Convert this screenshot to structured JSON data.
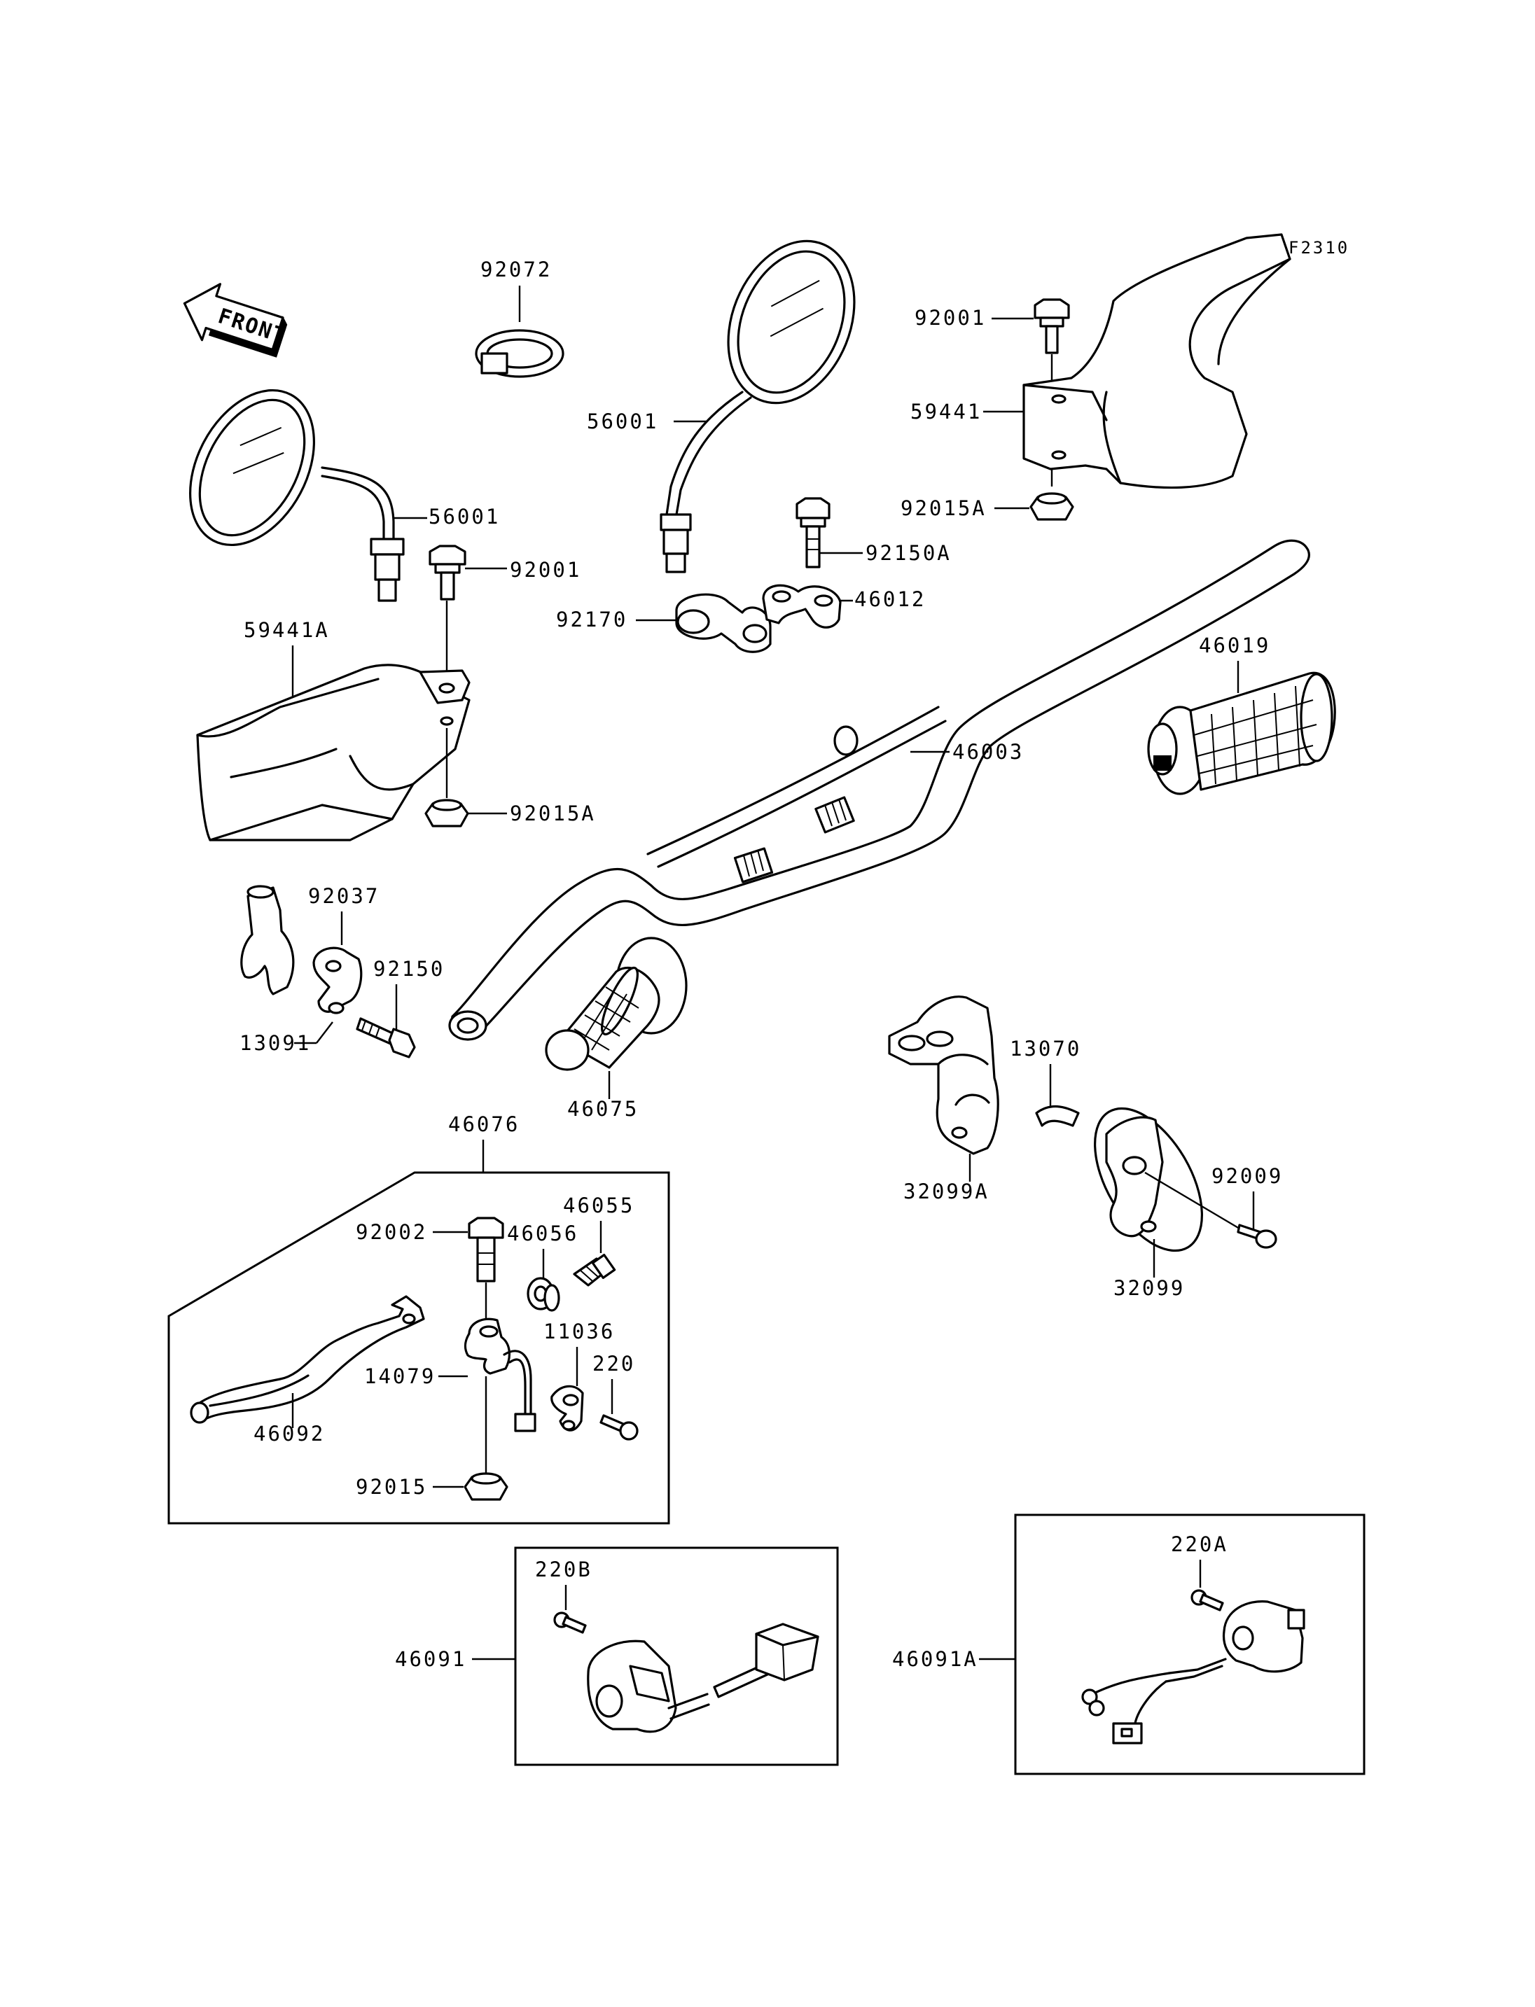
{
  "figure_code": "F2310",
  "front_label": "FRONT",
  "labels": {
    "p92072": "92072",
    "p56001_left": "56001",
    "p56001_center": "56001",
    "p92001_left": "92001",
    "p92001_right": "92001",
    "p59441": "59441",
    "p59441A": "59441A",
    "p92015A_right": "92015A",
    "p92015A_left": "92015A",
    "p92150A": "92150A",
    "p92170": "92170",
    "p46012": "46012",
    "p46019": "46019",
    "p46003": "46003",
    "p92037": "92037",
    "p92150": "92150",
    "p13091": "13091",
    "p46075": "46075",
    "p13070": "13070",
    "p32099A": "32099A",
    "p92009": "92009",
    "p32099": "32099",
    "p46076": "46076",
    "p46055": "46055",
    "p92002": "92002",
    "p46056": "46056",
    "p11036": "11036",
    "p14079": "14079",
    "p220": "220",
    "p46092": "46092",
    "p92015": "92015",
    "p220B": "220B",
    "p46091": "46091",
    "p220A": "220A",
    "p46091A": "46091A"
  }
}
